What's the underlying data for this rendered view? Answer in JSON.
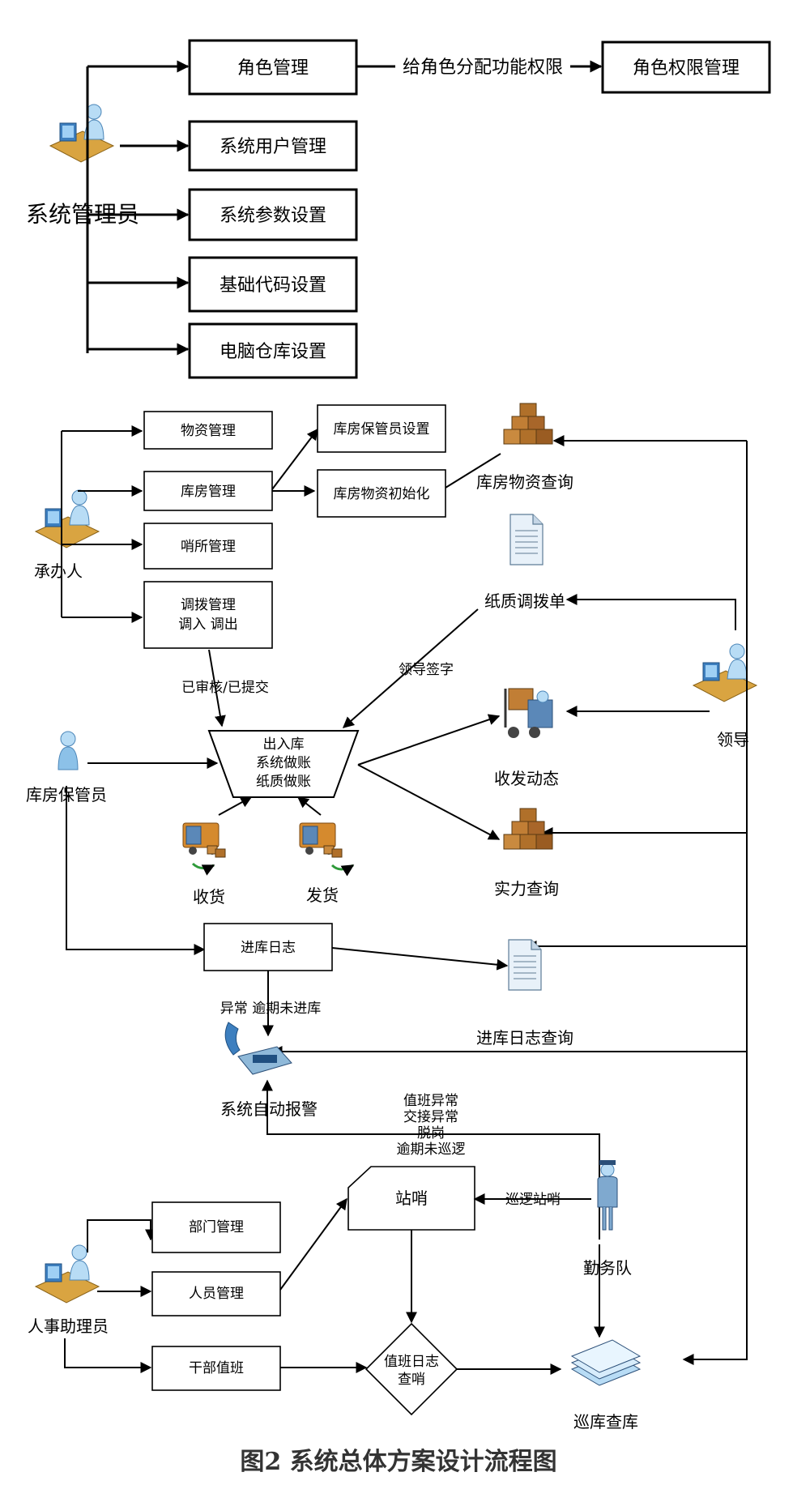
{
  "admin": {
    "actor": "系统管理员",
    "boxes": [
      "角色管理",
      "系统用户管理",
      "系统参数设置",
      "基础代码设置",
      "电脑仓库设置"
    ],
    "edge_label": "给角色分配功能权限",
    "target": "角色权限管理"
  },
  "handler": {
    "actor": "承办人",
    "boxes": [
      "物资管理",
      "库房管理",
      "哨所管理"
    ],
    "transfer_line1": "调拨管理",
    "transfer_line2": "调入  调出",
    "sub_boxes": [
      "库房保管员设置",
      "库房物资初始化"
    ]
  },
  "labels": {
    "stock_query": "库房物资查询",
    "paper_transfer": "纸质调拨单",
    "leader_sign": "领导签字",
    "leader": "领导",
    "approved": "已审核/已提交",
    "keeper": "库房保管员",
    "io_line1": "出入库",
    "io_line2": "系统做账",
    "io_line3": "纸质做账",
    "receive": "收货",
    "ship": "发货",
    "dispatch_status": "收发动态",
    "strength_query": "实力查询",
    "entry_log": "进库日志",
    "anomaly": "异常  逾期未进库",
    "entry_log_query": "进库日志查询",
    "auto_alarm": "系统自动报警",
    "duty_anomalies": [
      "值班异常",
      "交接异常",
      "脱岗",
      "逾期未巡逻"
    ],
    "post": "站哨",
    "patrol": "巡逻站哨",
    "duty_team": "勤务队",
    "hr": "人事助理员",
    "dept": "部门管理",
    "staff": "人员管理",
    "cadre_duty": "干部值班",
    "duty_log_line1": "值班日志",
    "duty_log_line2": "查哨",
    "inspection": "巡库查库"
  },
  "caption": "图2   系统总体方案设计流程图"
}
